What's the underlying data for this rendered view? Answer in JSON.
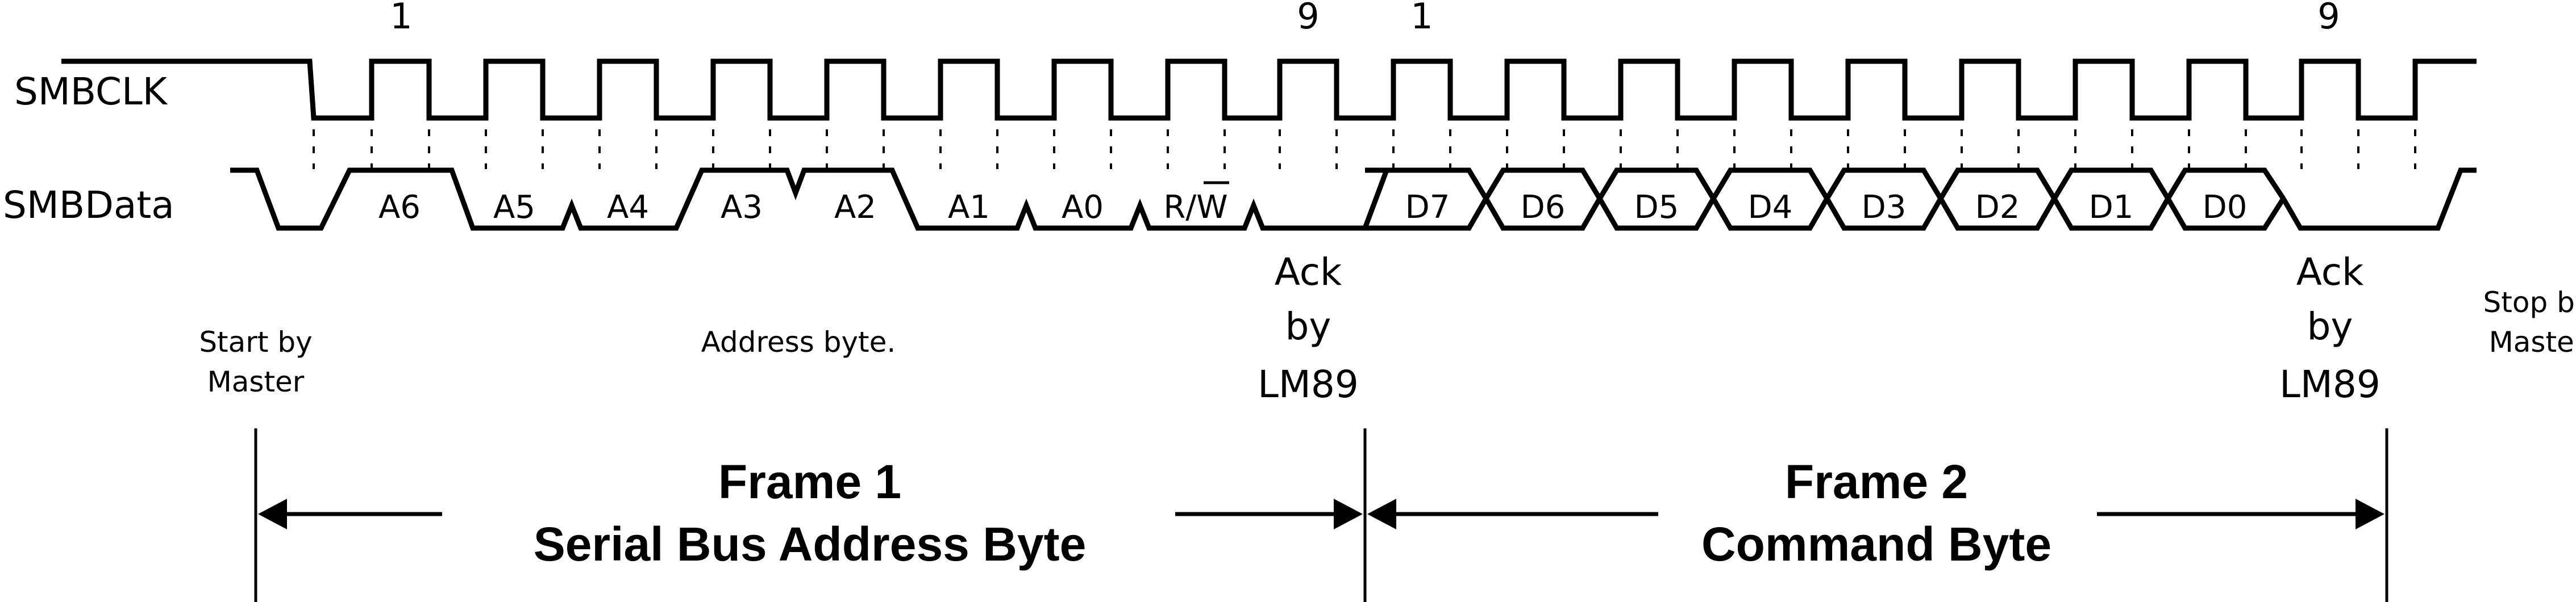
{
  "signals": {
    "clock": "SMBCLK",
    "data": "SMBData"
  },
  "clock_index": {
    "first_a": "1",
    "ninth_a": "9",
    "first_b": "1",
    "ninth_b": "9"
  },
  "address_bits": [
    "A6",
    "A5",
    "A4",
    "A3",
    "A2",
    "A1",
    "A0"
  ],
  "rw_bit": {
    "r": "R/",
    "w": "W"
  },
  "command_bits": [
    "D7",
    "D6",
    "D5",
    "D4",
    "D3",
    "D2",
    "D1",
    "D0"
  ],
  "notes": {
    "start_line1": "Start by",
    "start_line2": "Master",
    "address_byte": "Address byte.",
    "stop_line1": "Stop by",
    "stop_line2": "Master"
  },
  "ack1": {
    "line1": "Ack",
    "line2": "by",
    "line3": "LM89"
  },
  "ack2": {
    "line1": "Ack",
    "line2": "by",
    "line3": "LM89"
  },
  "frame1": {
    "title": "Frame 1",
    "subtitle": "Serial Bus Address Byte"
  },
  "frame2": {
    "title": "Frame 2",
    "subtitle": "Command Byte"
  }
}
